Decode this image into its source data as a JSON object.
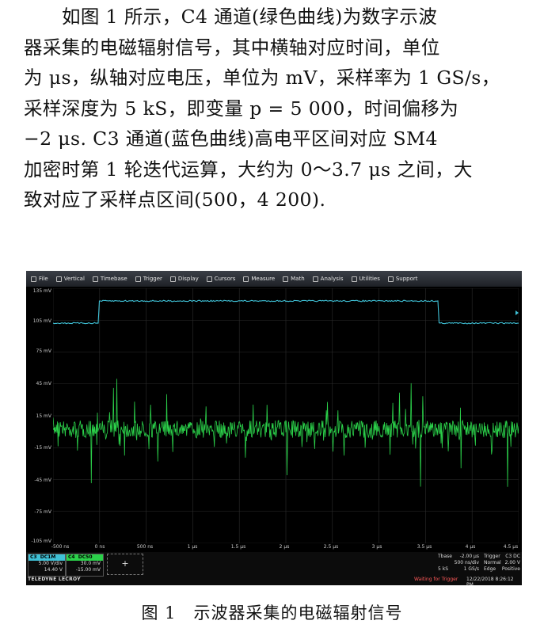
{
  "paragraph": {
    "lines": [
      "如图 1 所示，C4 通道(绿色曲线)为数字示波",
      "器采集的电磁辐射信号，其中横轴对应时间，单位",
      "为 μs，纵轴对应电压，单位为 mV，采样率为 1 GS/s，",
      "采样深度为 5 kS，即变量 p = 5 000，时间偏移为",
      "−2 μs. C3 通道(蓝色曲线)高电平区间对应 SM4",
      "加密时第 1 轮迭代运算，大约为 0～3.7 μs 之间，大",
      "致对应了采样点区间(500，4 200)."
    ]
  },
  "scope": {
    "menu": [
      "File",
      "Vertical",
      "Timebase",
      "Trigger",
      "Display",
      "Cursors",
      "Measure",
      "Math",
      "Analysis",
      "Utilities",
      "Support"
    ],
    "y_labels": [
      "135 mV",
      "105 mV",
      "75 mV",
      "45 mV",
      "15 mV",
      "-15 mV",
      "-45 mV",
      "-75 mV",
      "-105 mV"
    ],
    "x_labels": [
      "-500 ns",
      "0 ns",
      "500 ns",
      "1 μs",
      "1.5 μs",
      "2 μs",
      "2.5 μs",
      "3 μs",
      "3.5 μs",
      "4 μs",
      "4.5 μs"
    ],
    "colors": {
      "c3": "#3fc1d6",
      "c4": "#2bd14a",
      "background": "#000000",
      "grid": "#2c2c2c"
    },
    "c3_box": {
      "name": "C3",
      "tag": "DC1M",
      "scale": "5.00 V/div",
      "offset": "14.40 V"
    },
    "c4_box": {
      "name": "C4",
      "tag": "DC50",
      "scale": "30.0 mV",
      "offset": "-15.00 mV"
    },
    "add_label": "+",
    "tbase": {
      "label": "Tbase",
      "value": "-2.00 μs",
      "div": "500 ns/div",
      "samples": "5 kS",
      "rate": "1 GS/s"
    },
    "trigger": {
      "label": "Trigger",
      "tag": "C3 DC",
      "mode": "Normal",
      "level": "2.00 V",
      "type": "Edge",
      "slope": "Positive"
    },
    "status": "Waiting for Trigger",
    "datetime": "12/22/2018 8:26:12 PM",
    "brand": "TELEDYNE LECROY"
  },
  "caption": "图 1　示波器采集的电磁辐射信号"
}
